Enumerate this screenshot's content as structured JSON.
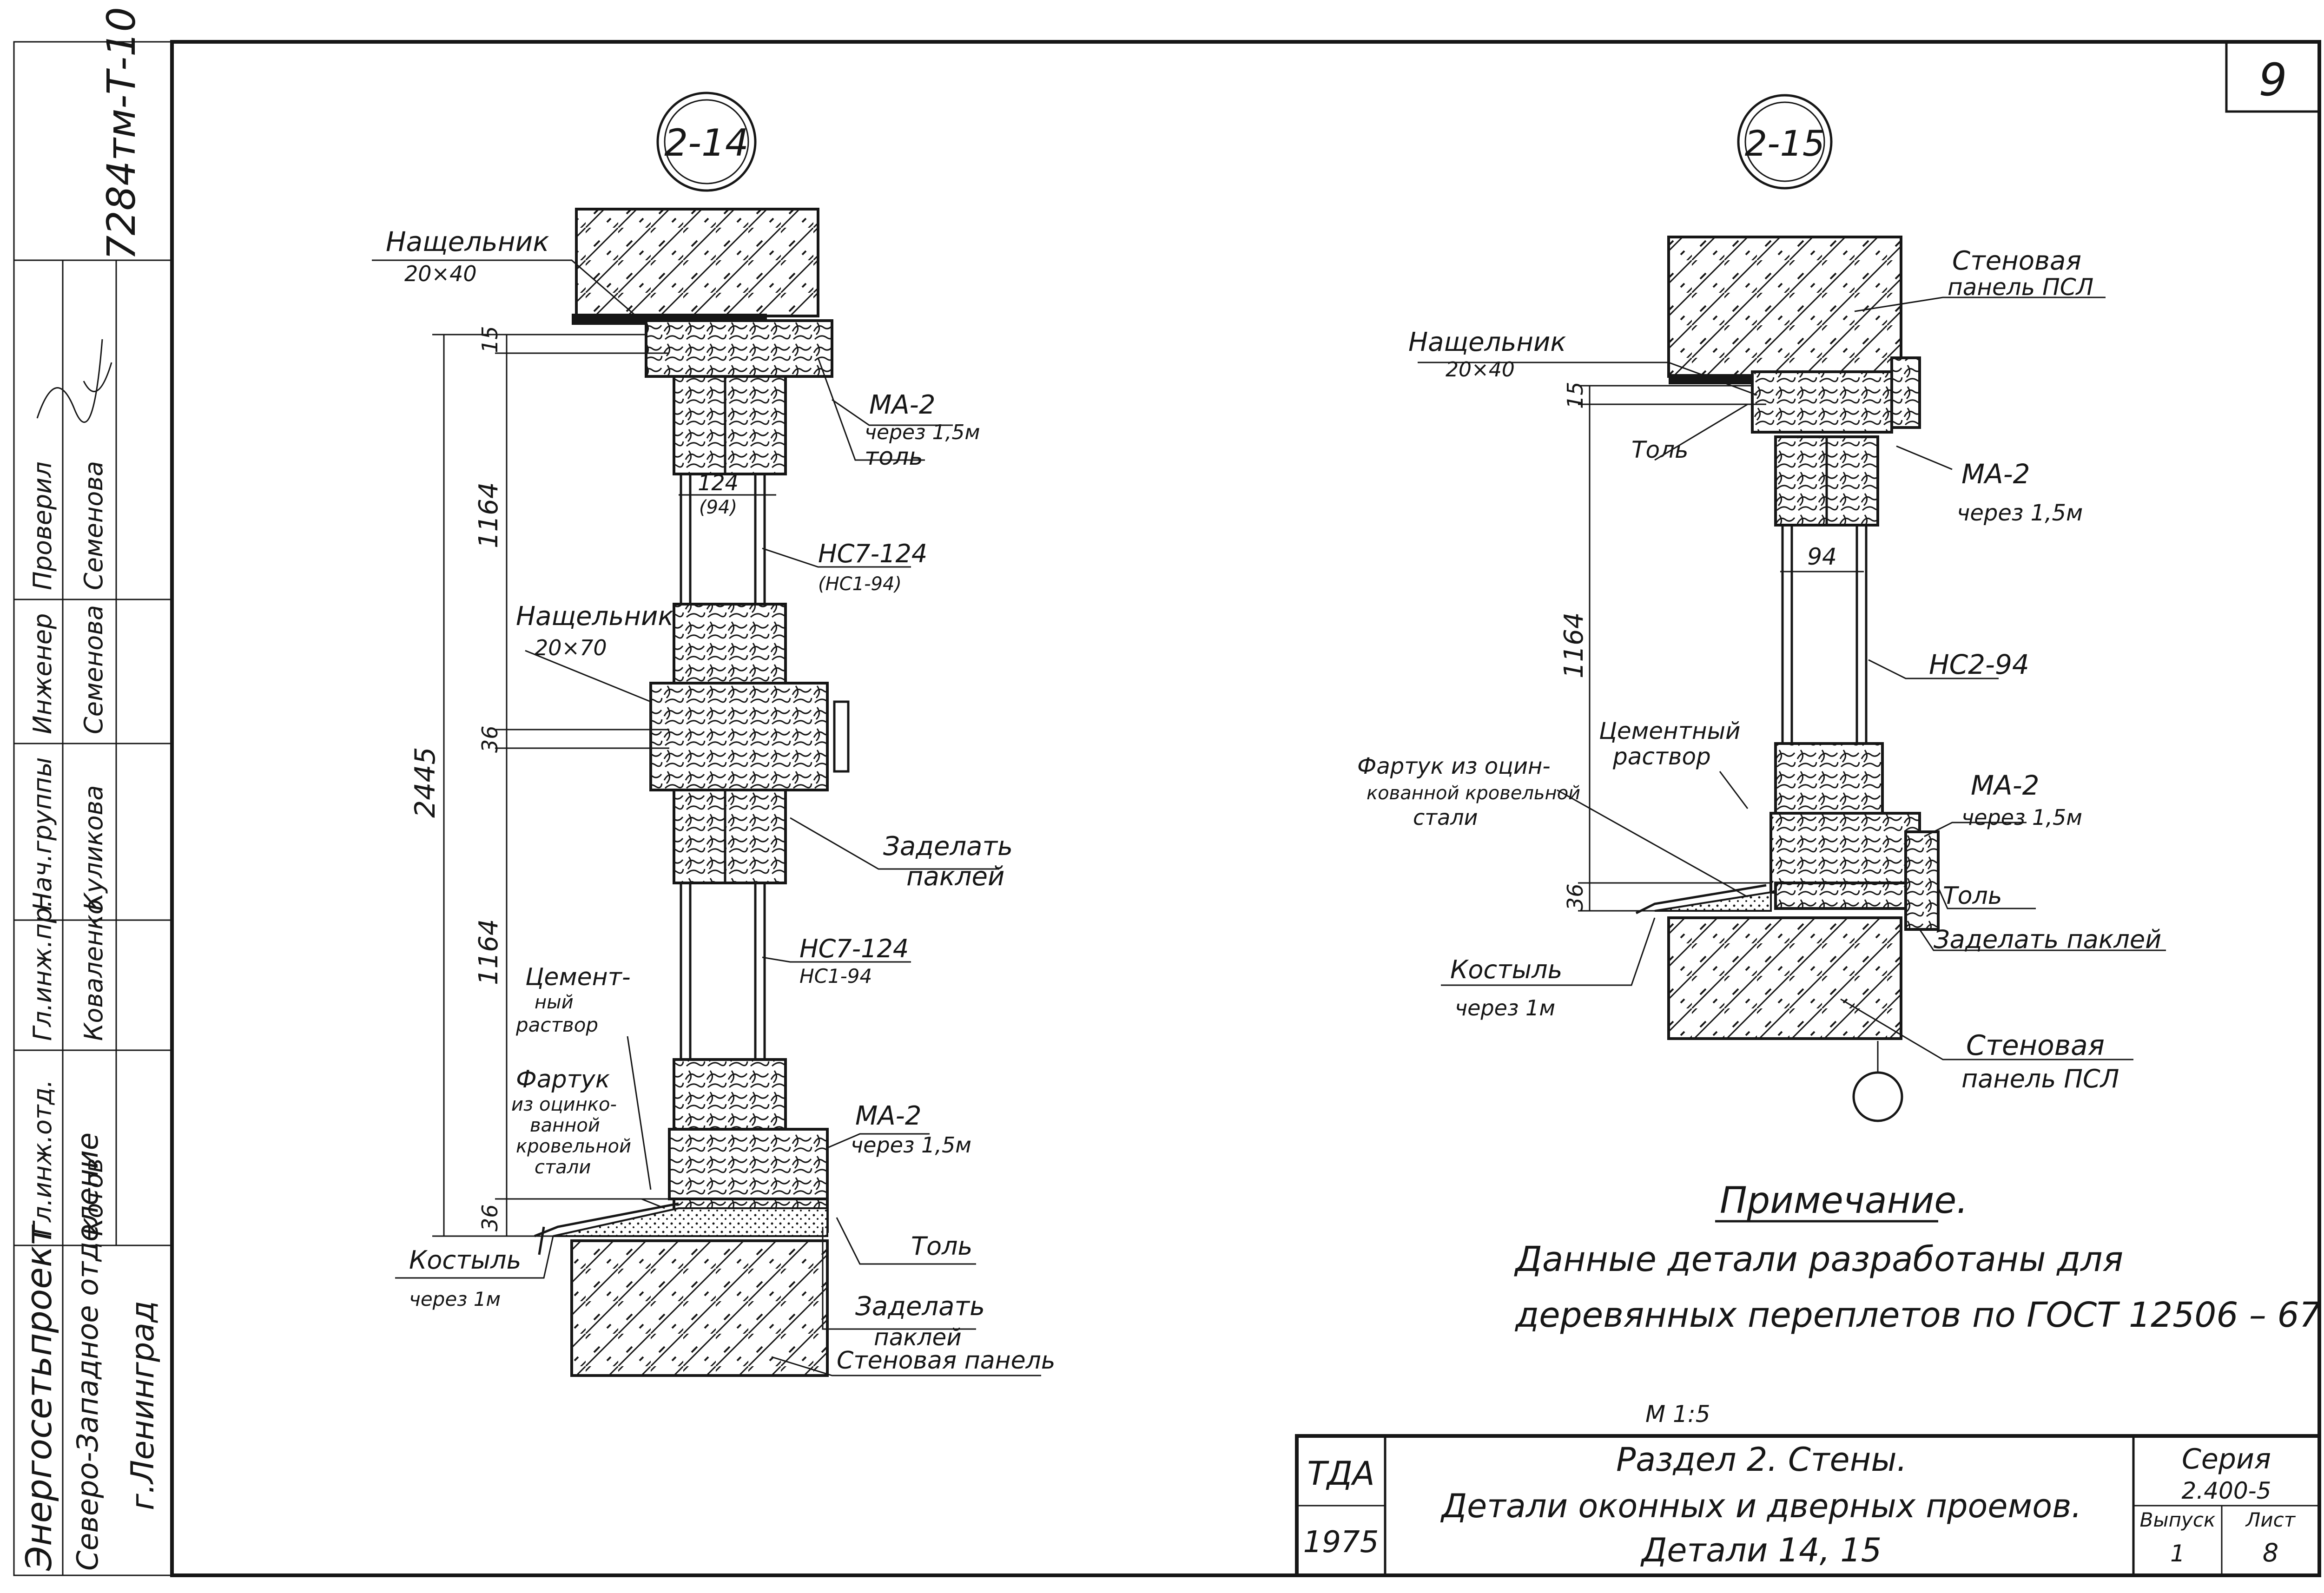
{
  "sheet": {
    "number": "9",
    "side_code": "7284тм-Т-10"
  },
  "side_stamp": {
    "organization": [
      "Энергосетьпроект",
      "Северо-Западное отделение",
      "г.Ленинград"
    ],
    "rows": [
      {
        "role": "Гл.инж.отд.",
        "name": "Котов"
      },
      {
        "role": "Гл.инж.пр.",
        "name": "Коваленко"
      },
      {
        "role": "Нач.группы",
        "name": "Куликова"
      },
      {
        "role": "Инженер",
        "name": "Семенова"
      },
      {
        "role": "Проверил",
        "name": "Семенова"
      }
    ]
  },
  "detail_left": {
    "id": "2-14",
    "labels": {
      "nashchelnik_top": "Нащельник",
      "nashchelnik_top_size": "20×40",
      "ma2_top": "МА-2",
      "ma2_top_step": "через 1,5м",
      "tol_top": "толь",
      "dim_124": "124",
      "dim_94": "(94)",
      "hs7_top": "НС7-124",
      "hs1_top": "(НС1-94)",
      "nashchelnik_mid": "Нащельник",
      "nashchelnik_mid_size": "20×70",
      "zadelat_mid_1": "Заделать",
      "zadelat_mid_2": "паклей",
      "hs7_bot": "НС7-124",
      "hs1_bot": "НС1-94",
      "cement_1": "Цемент-",
      "cement_2": "ный",
      "cement_3": "раствор",
      "fartuk_1": "Фартук",
      "fartuk_2": "из оцинко-",
      "fartuk_3": "ванной",
      "fartuk_4": "кровельной",
      "fartuk_5": "стали",
      "ma2_bot": "МА-2",
      "ma2_bot_step": "через 1,5м",
      "tol_bot": "Толь",
      "zadelat_bot_1": "Заделать",
      "zadelat_bot_2": "паклей",
      "panel": "Стеновая панель",
      "kostyl": "Костыль",
      "kostyl_step": "через 1м"
    },
    "dims": {
      "total": "2445",
      "d15": "15",
      "d1164_top": "1164",
      "d36_mid": "36",
      "d1164_bot": "1164",
      "d36_bot": "36"
    }
  },
  "detail_right": {
    "id": "2-15",
    "labels": {
      "panel_top_1": "Стеновая",
      "panel_top_2": "панель ПСЛ",
      "nashchelnik": "Нащельник",
      "nashchelnik_size": "20×40",
      "tol_top": "Толь",
      "ma2_top": "МА-2",
      "ma2_top_step": "через 1,5м",
      "dim_94": "94",
      "hs2": "НС2-94",
      "cement_1": "Цементный",
      "cement_2": "раствор",
      "fartuk_1": "Фартук из оцин-",
      "fartuk_2": "кованной кровельной",
      "fartuk_3": "стали",
      "ma2_bot": "МА-2",
      "ma2_bot_step": "через 1,5м",
      "tol_bot": "Толь",
      "zadelat": "Заделать паклей",
      "kostyl": "Костыль",
      "kostyl_step": "через 1м",
      "panel_bot_1": "Стеновая",
      "panel_bot_2": "панель ПСЛ"
    },
    "dims": {
      "d15": "15",
      "d1164": "1164",
      "d36": "36"
    }
  },
  "note": {
    "title": "Примечание.",
    "line1": "Данные детали разработаны для",
    "line2": "деревянных переплетов по ГОСТ 12506 – 67"
  },
  "scale": "М 1:5",
  "title_block": {
    "code": "ТДА",
    "year": "1975",
    "line1": "Раздел 2. Стены.",
    "line2": "Детали оконных и дверных проемов.",
    "line3": "Детали 14, 15",
    "series_label": "Серия",
    "series_value": "2.400-5",
    "issue_label": "Выпуск",
    "issue_value": "1",
    "sheet_label": "Лист",
    "sheet_value": "8"
  }
}
